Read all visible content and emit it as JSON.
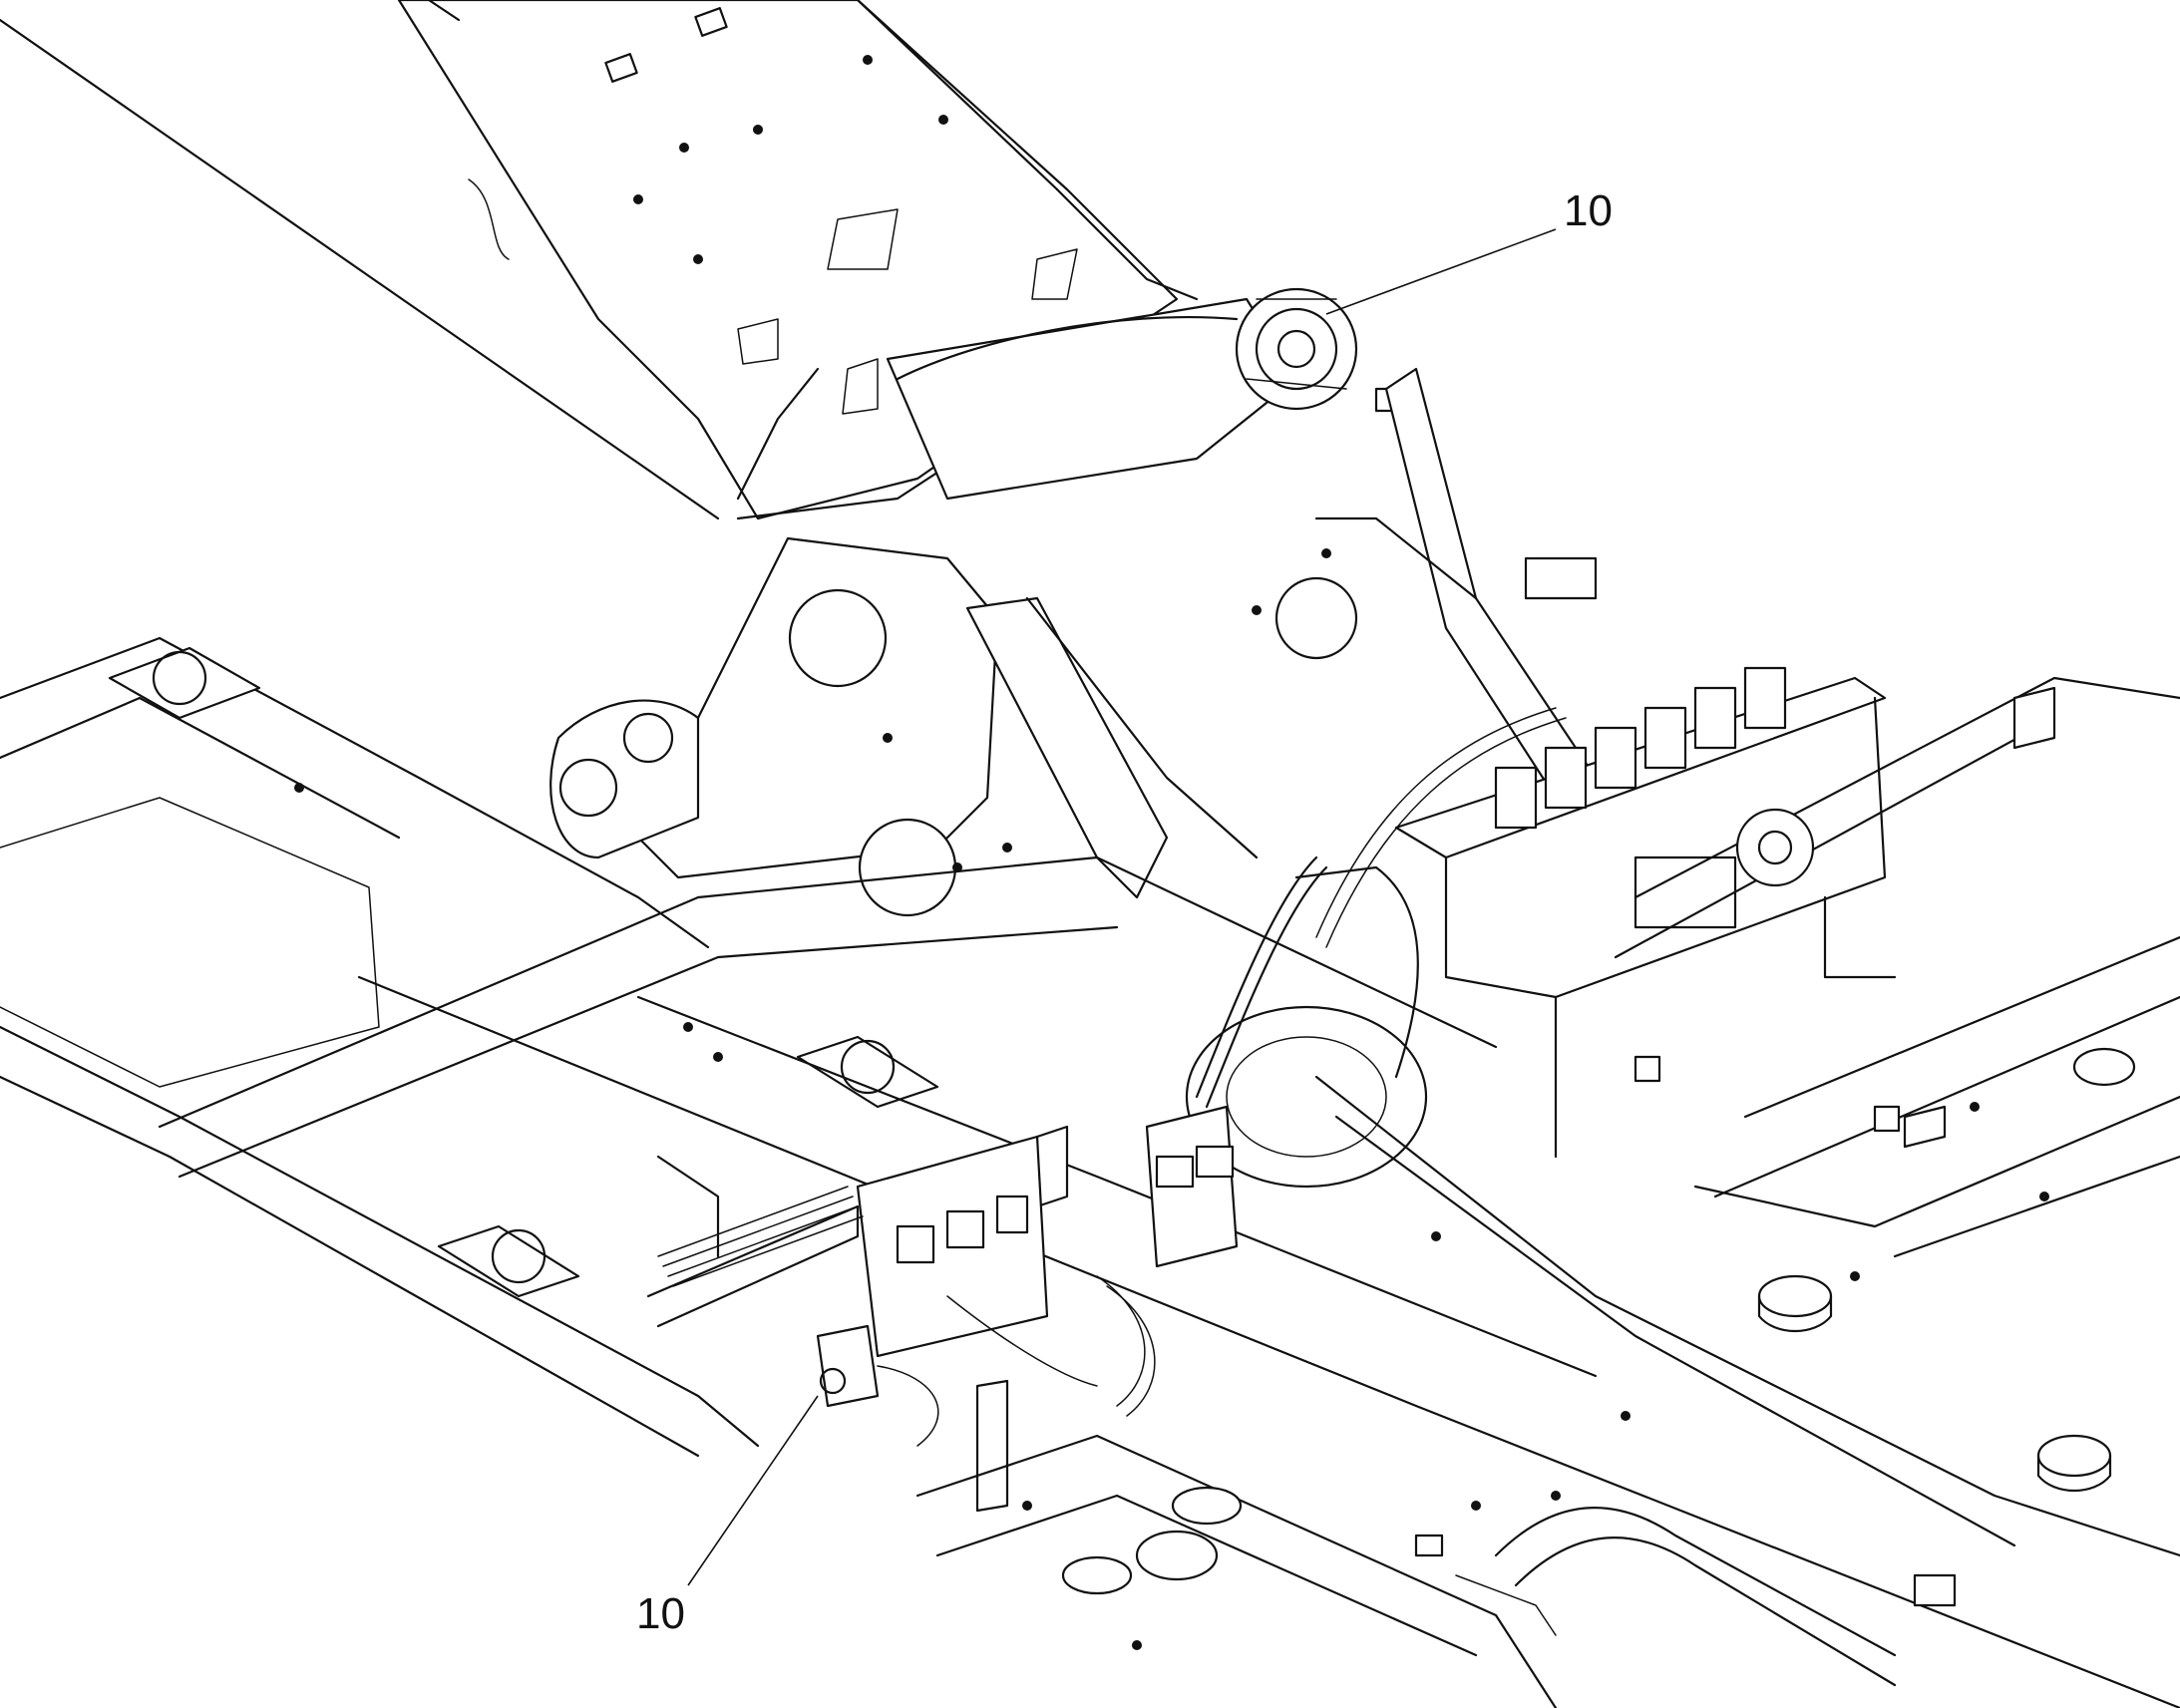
{
  "figure": {
    "callouts": [
      {
        "id": "callout-top",
        "label": "10"
      },
      {
        "id": "callout-bottom",
        "label": "10"
      }
    ]
  }
}
